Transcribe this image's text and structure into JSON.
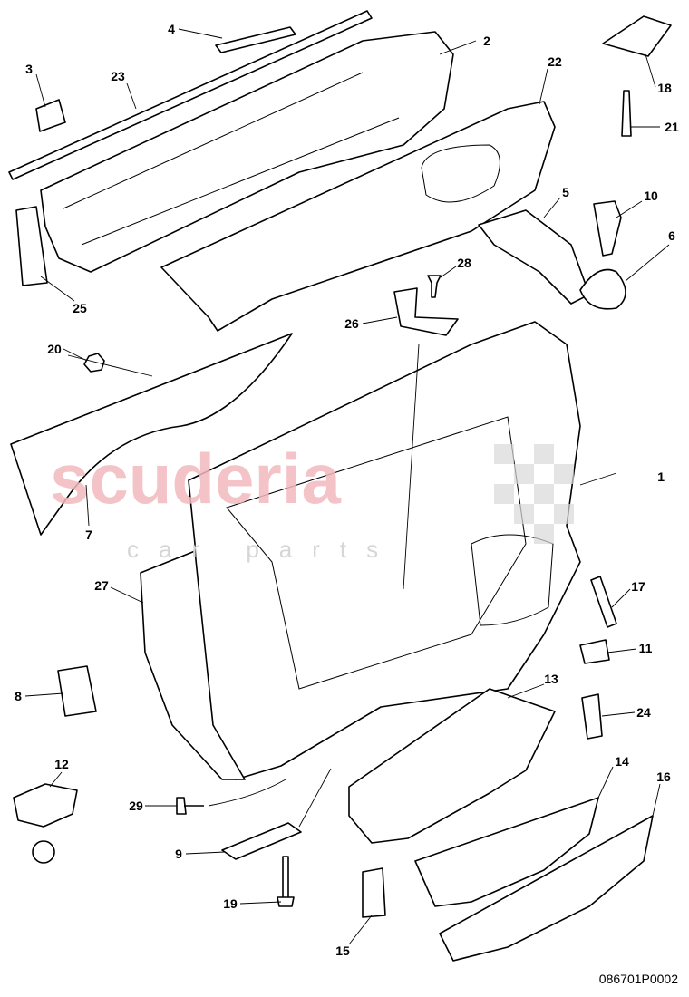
{
  "diagram": {
    "drawing_code": "086701P0002",
    "watermark": {
      "brand": "scuderia",
      "tagline": "car parts"
    },
    "callouts": [
      {
        "id": "1",
        "label": "1"
      },
      {
        "id": "2",
        "label": "2"
      },
      {
        "id": "3",
        "label": "3"
      },
      {
        "id": "4",
        "label": "4"
      },
      {
        "id": "5",
        "label": "5"
      },
      {
        "id": "6",
        "label": "6"
      },
      {
        "id": "7",
        "label": "7"
      },
      {
        "id": "8",
        "label": "8"
      },
      {
        "id": "9",
        "label": "9"
      },
      {
        "id": "10",
        "label": "10"
      },
      {
        "id": "11",
        "label": "11"
      },
      {
        "id": "12",
        "label": "12"
      },
      {
        "id": "13",
        "label": "13"
      },
      {
        "id": "14",
        "label": "14"
      },
      {
        "id": "15",
        "label": "15"
      },
      {
        "id": "16",
        "label": "16"
      },
      {
        "id": "17",
        "label": "17"
      },
      {
        "id": "18",
        "label": "18"
      },
      {
        "id": "19",
        "label": "19"
      },
      {
        "id": "20",
        "label": "20"
      },
      {
        "id": "21",
        "label": "21"
      },
      {
        "id": "22",
        "label": "22"
      },
      {
        "id": "23",
        "label": "23"
      },
      {
        "id": "24",
        "label": "24"
      },
      {
        "id": "25",
        "label": "25"
      },
      {
        "id": "26",
        "label": "26"
      },
      {
        "id": "27",
        "label": "27"
      },
      {
        "id": "28",
        "label": "28"
      },
      {
        "id": "29",
        "label": "29"
      }
    ]
  }
}
